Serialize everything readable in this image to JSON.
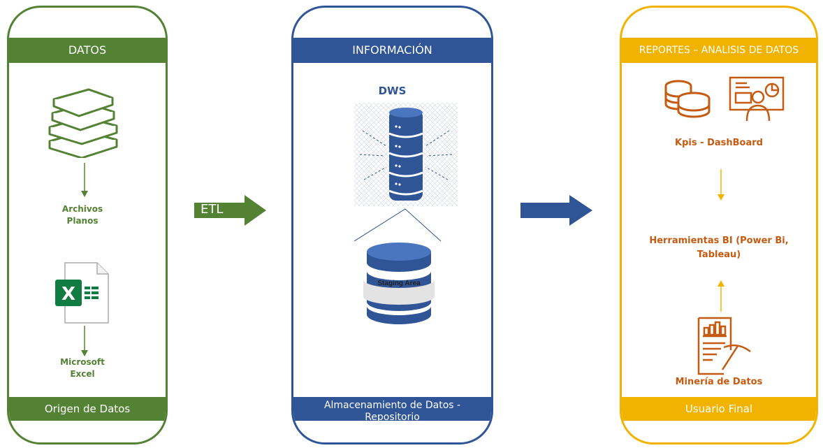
{
  "colors": {
    "green": "#548235",
    "blue": "#2F5597",
    "orange": "#F2B300",
    "orange_text": "#C55A11",
    "gray": "#999999"
  },
  "panel_datos": {
    "header": "DATOS",
    "footer": "Origen de Datos",
    "item1": {
      "line1": "Archivos",
      "line2": "Planos",
      "icon": "books-icon"
    },
    "item2": {
      "line1": "Microsoft",
      "line2": "Excel",
      "icon": "excel-icon"
    }
  },
  "etl_arrow": {
    "label": "ETL"
  },
  "panel_info": {
    "header": "INFORMACIÓN",
    "dws_label": "DWS",
    "staging_label": "Staging Area",
    "footer_line1": "Almacenamiento de Datos -",
    "footer_line2": "Repositorio"
  },
  "panel_reportes": {
    "header": "REPORTES – ANALISIS DE DATOS",
    "kpis_label": "Kpis - DashBoard",
    "tools_line1": "Herramientas BI (Power Bi,",
    "tools_line2": "Tableau)",
    "mining_label": "Minería de Datos",
    "footer": "Usuario Final"
  }
}
